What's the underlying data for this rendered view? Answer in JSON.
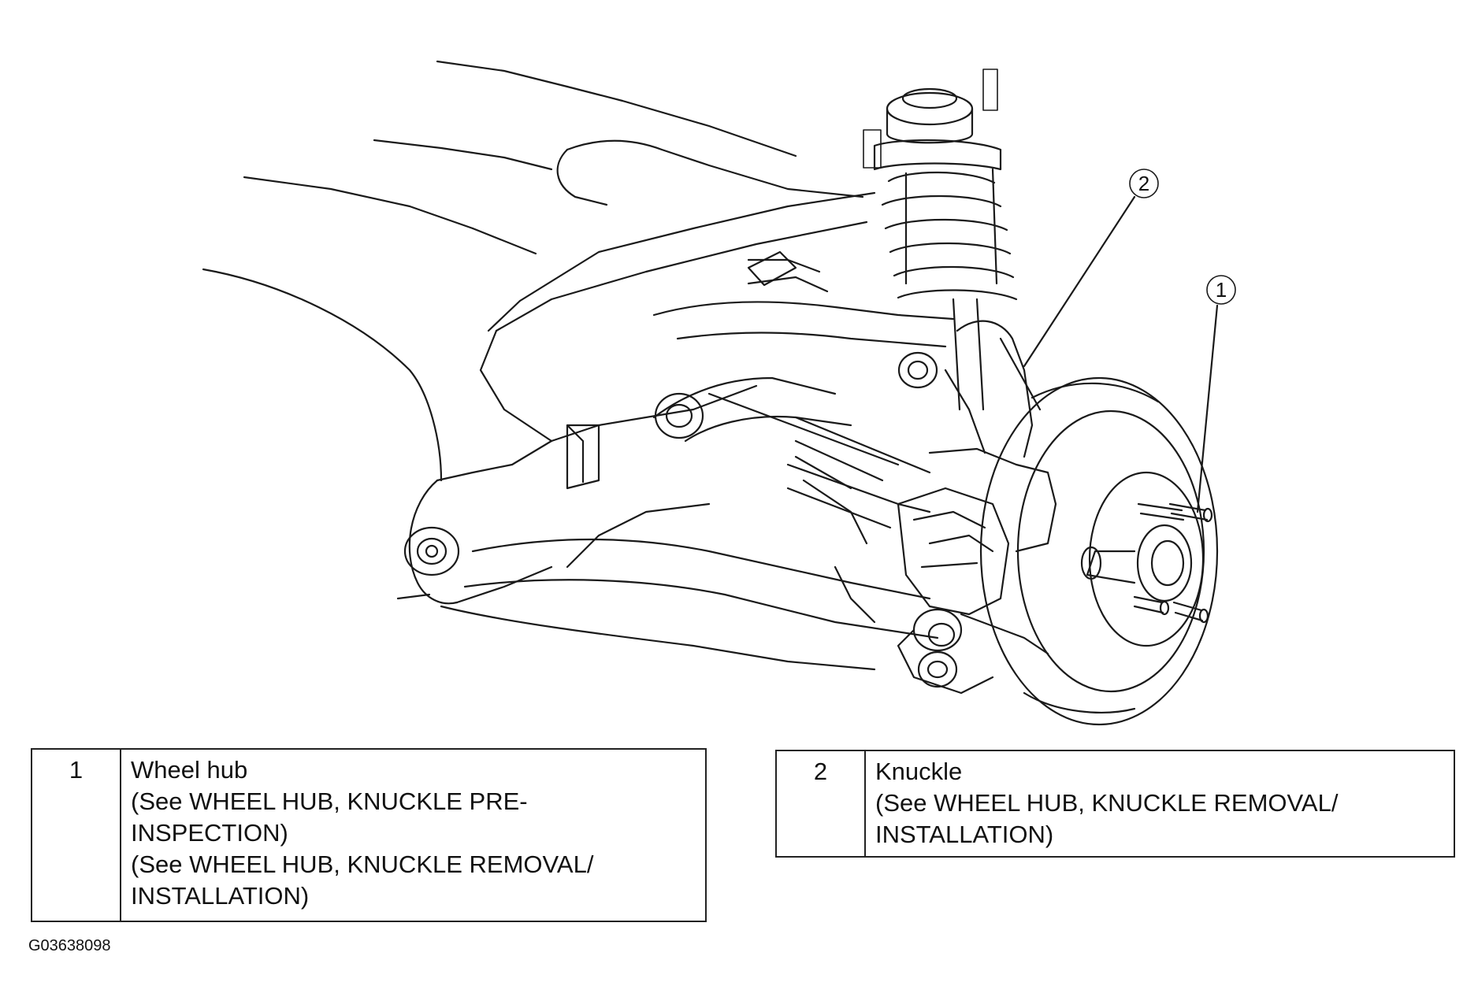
{
  "figure_code": "G03638098",
  "callouts": [
    {
      "number": "1",
      "part": "Wheel hub"
    },
    {
      "number": "2",
      "part": "Knuckle"
    }
  ],
  "legend": [
    {
      "number": "1",
      "lines": [
        "Wheel hub",
        "(See  WHEEL HUB, KNUCKLE PRE-",
        "INSPECTION)",
        "(See  WHEEL HUB, KNUCKLE REMOVAL/",
        "INSTALLATION)"
      ]
    },
    {
      "number": "2",
      "lines": [
        "Knuckle",
        "(See  WHEEL HUB, KNUCKLE REMOVAL/",
        "INSTALLATION)"
      ]
    }
  ]
}
